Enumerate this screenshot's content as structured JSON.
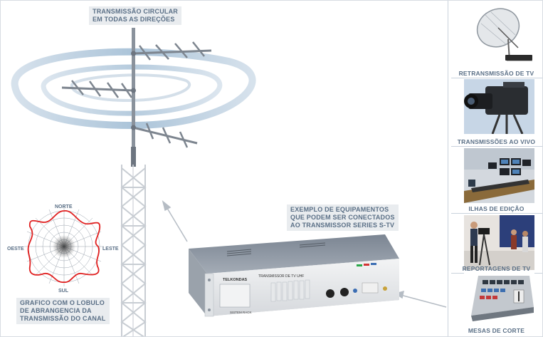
{
  "callouts": {
    "antenna": [
      "TRANSMISSÃO CIRCULAR",
      "EM TODAS AS DIREÇÕES"
    ],
    "equipment": [
      "EXEMPLO DE EQUIPAMENTOS",
      "QUE PODEM SER CONECTADOS",
      "AO TRANSMISSOR SERIES S-TV"
    ],
    "lobe": [
      "GRAFICO COM O LOBULO",
      "DE ABRANGENCIA DA",
      "TRANSMISSÃO DO CANAL"
    ]
  },
  "compass": {
    "north": "NORTE",
    "south": "SUL",
    "east": "LESTE",
    "west": "OESTE"
  },
  "transmitter": {
    "brand": "TELKONDAS",
    "model": "TRANSMISSOR DE TV UHF",
    "series": "SISTEM RACK"
  },
  "sidebar": [
    {
      "caption": "RETRANSMISSÃO DE TV",
      "icon": "satellite-dish-icon"
    },
    {
      "caption": "TRANSMISSÕES AO VIVO",
      "icon": "video-camera-icon"
    },
    {
      "caption": "ILHAS DE EDIÇÃO",
      "icon": "editing-suite-icon"
    },
    {
      "caption": "REPORTAGENS  DE TV",
      "icon": "tv-crew-icon"
    },
    {
      "caption": "MESAS DE CORTE",
      "icon": "video-switcher-icon"
    }
  ],
  "colors": {
    "label_bg": "#e9ecef",
    "label_text": "#5a6f86",
    "swirl": "#9fb8cf",
    "lobe_red": "#e02020"
  }
}
